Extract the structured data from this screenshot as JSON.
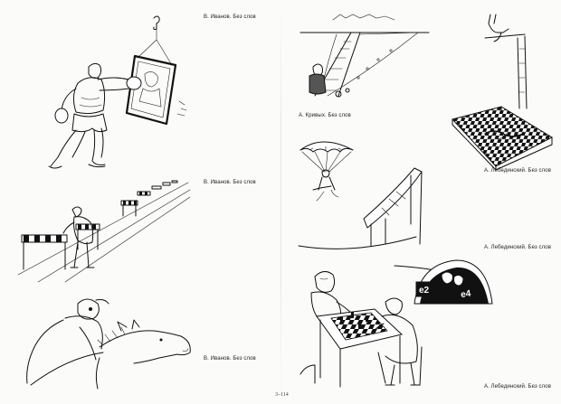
{
  "left_page": {
    "captions": [
      "В. Иванов. Без слов",
      "В. Иванов. Без слов",
      "В. Иванов. Без слов"
    ]
  },
  "right_page": {
    "captions": [
      "А. Кривых. Без слов",
      "А. Лебединский. Без слов",
      "А. Лебединский. Без слов",
      "А. Лебединский. Без слов"
    ],
    "chess_labels": [
      "e2",
      "e4"
    ]
  },
  "page_number": "3–114"
}
